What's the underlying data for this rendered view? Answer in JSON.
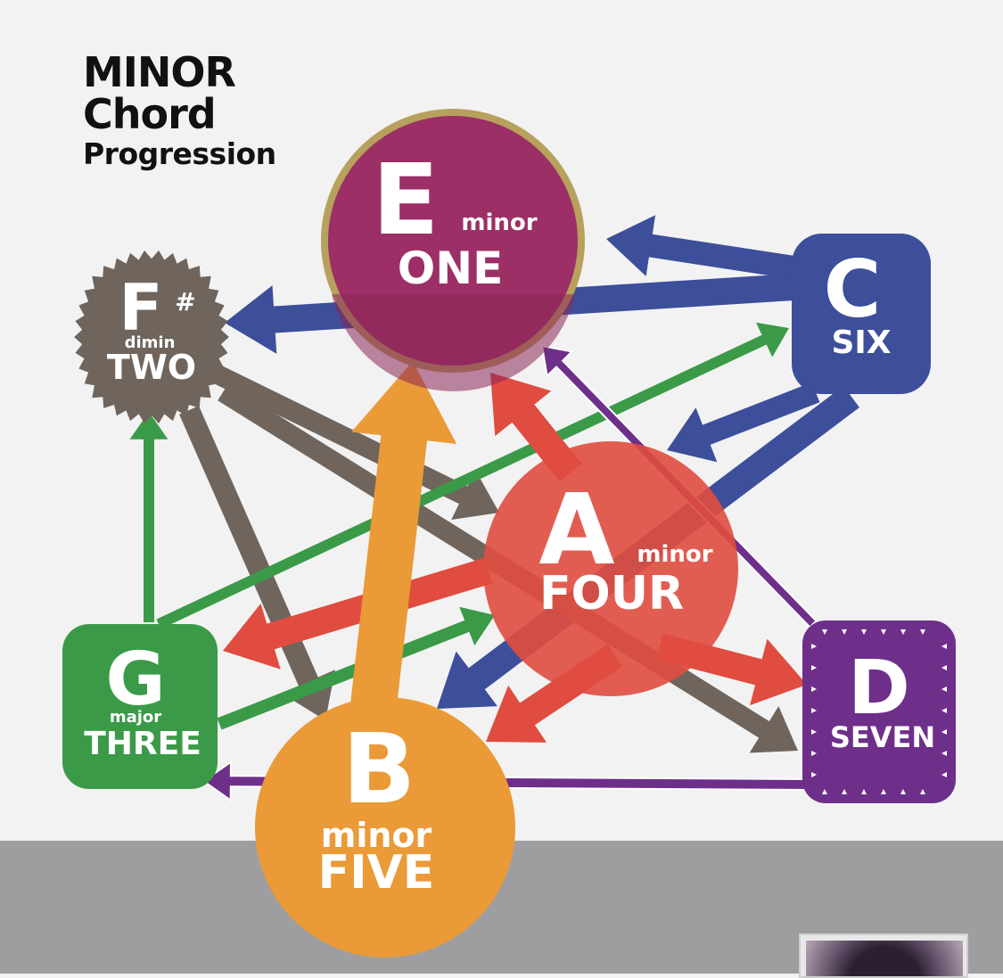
{
  "title": {
    "line1": "MINOR",
    "line2": "Chord",
    "line3": "Progression"
  },
  "colors": {
    "background": "#f2f2f2",
    "footer": "#9e9ea0",
    "one": "#9b2f66",
    "one_ring": "#b7a15c",
    "two": "#6f655d",
    "three": "#3b9a48",
    "four": "#e04c3f",
    "five": "#ea9a36",
    "six": "#3d4f9a",
    "seven": "#6e2f8a"
  },
  "chords": {
    "one": {
      "letter": "E",
      "quality": "minor",
      "degree": "ONE"
    },
    "two": {
      "letter": "F",
      "accidental": "#",
      "quality": "dimin",
      "degree": "TWO"
    },
    "three": {
      "letter": "G",
      "quality": "major",
      "degree": "THREE"
    },
    "four": {
      "letter": "A",
      "quality": "minor",
      "degree": "FOUR"
    },
    "five": {
      "letter": "B",
      "quality": "minor",
      "degree": "FIVE"
    },
    "six": {
      "letter": "C",
      "degree": "SIX"
    },
    "seven": {
      "letter": "D",
      "degree": "SEVEN"
    }
  },
  "arrows": [
    {
      "from": "six",
      "to": "one"
    },
    {
      "from": "six",
      "to": "two"
    },
    {
      "from": "six",
      "to": "four"
    },
    {
      "from": "six",
      "to": "five"
    },
    {
      "from": "two",
      "to": "four"
    },
    {
      "from": "two",
      "to": "five"
    },
    {
      "from": "two",
      "to": "seven"
    },
    {
      "from": "three",
      "to": "two"
    },
    {
      "from": "three",
      "to": "six"
    },
    {
      "from": "three",
      "to": "four"
    },
    {
      "from": "four",
      "to": "one"
    },
    {
      "from": "four",
      "to": "three"
    },
    {
      "from": "four",
      "to": "seven"
    },
    {
      "from": "four",
      "to": "five"
    },
    {
      "from": "five",
      "to": "one"
    },
    {
      "from": "seven",
      "to": "one"
    },
    {
      "from": "seven",
      "to": "three"
    }
  ]
}
